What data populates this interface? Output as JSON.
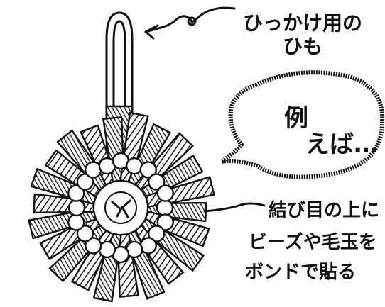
{
  "illustration": {
    "labels": {
      "hanging_string": {
        "line1": "ひっかけ用の",
        "line2": "ひも"
      },
      "speech_bubble": {
        "line1": "例",
        "line2": "えば…"
      },
      "decoration_note": {
        "line1": "結び目の上に",
        "line2": "ビーズや毛玉を",
        "line3": "ボンドで貼る"
      }
    },
    "colors": {
      "ink": "#111111",
      "paper": "#ffffff"
    }
  }
}
